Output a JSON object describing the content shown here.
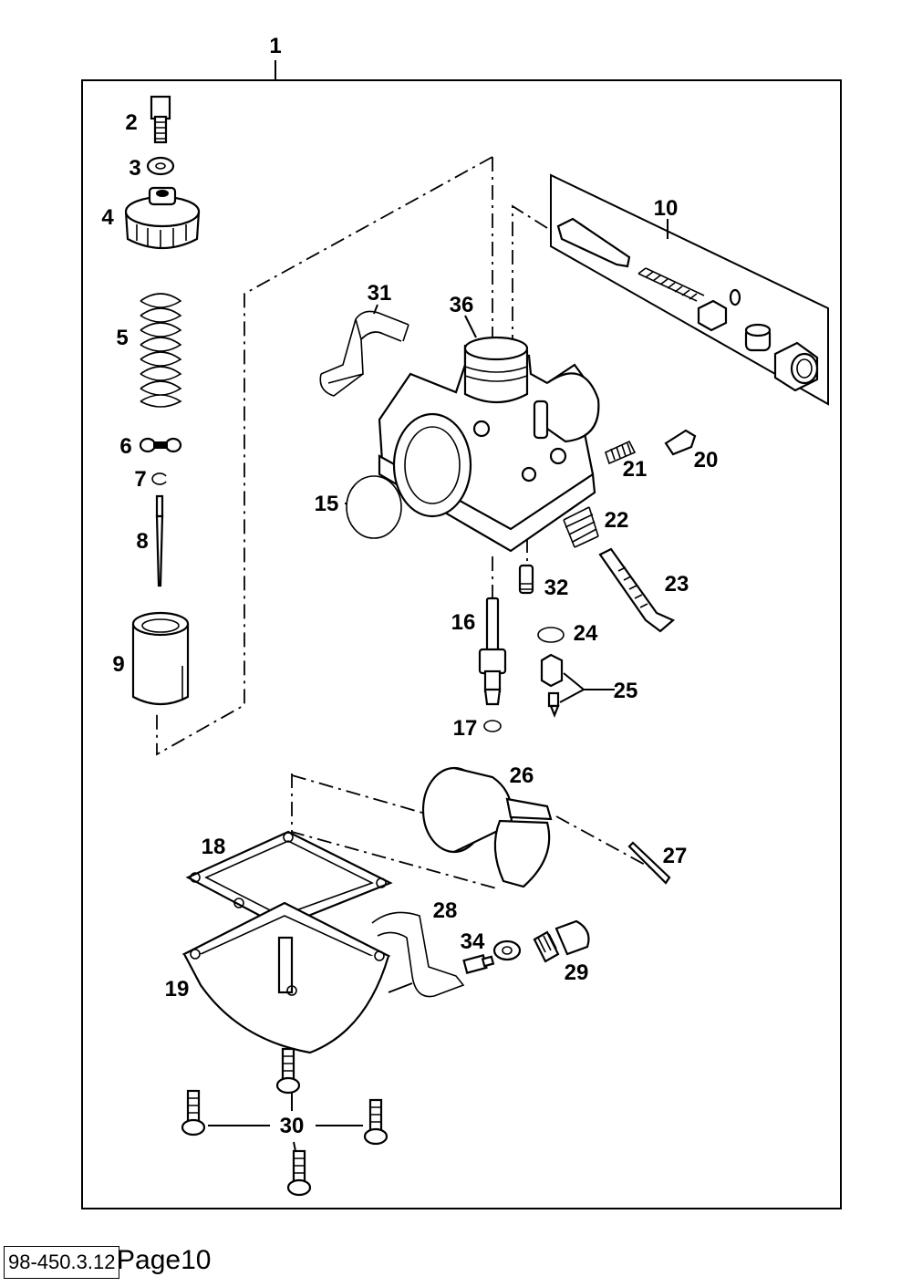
{
  "diagram": {
    "labels": {
      "p1": "1",
      "p2": "2",
      "p3": "3",
      "p4": "4",
      "p5": "5",
      "p6": "6",
      "p7": "7",
      "p8": "8",
      "p9": "9",
      "p10": "10",
      "p15": "15",
      "p16": "16",
      "p17": "17",
      "p18": "18",
      "p19": "19",
      "p20": "20",
      "p21": "21",
      "p22": "22",
      "p23": "23",
      "p24": "24",
      "p25": "25",
      "p26": "26",
      "p27": "27",
      "p28": "28",
      "p29": "29",
      "p30": "30",
      "p31": "31",
      "p32": "32",
      "p34": "34",
      "p36": "36"
    }
  },
  "footer": {
    "code": "98-450.3.12",
    "page": "Page10"
  }
}
